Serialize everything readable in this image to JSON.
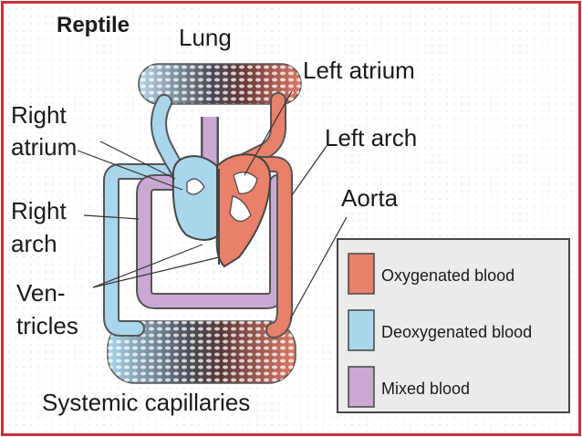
{
  "title": "Reptile",
  "labels": {
    "lung": "Lung",
    "left_atrium": "Left atrium",
    "right_atrium_line1": "Right",
    "right_atrium_line2": "atrium",
    "left_arch": "Left arch",
    "right_arch_line1": "Right",
    "right_arch_line2": "arch",
    "aorta": "Aorta",
    "ventricles_line1": "Ven-",
    "ventricles_line2": "tricles",
    "systemic_capillaries": "Systemic capillaries"
  },
  "legend": [
    {
      "label": "Oxygenated blood",
      "color": "#e8806a"
    },
    {
      "label": "Deoxygenated blood",
      "color": "#a9d6ec"
    },
    {
      "label": "Mixed blood",
      "color": "#c9a8d2"
    }
  ],
  "colors": {
    "frame": "#c8323a",
    "oxygenated": "#e8806a",
    "deoxygenated": "#a9d6ec",
    "mixed": "#c9a8d2",
    "legend_bg": "#ebebeb"
  }
}
